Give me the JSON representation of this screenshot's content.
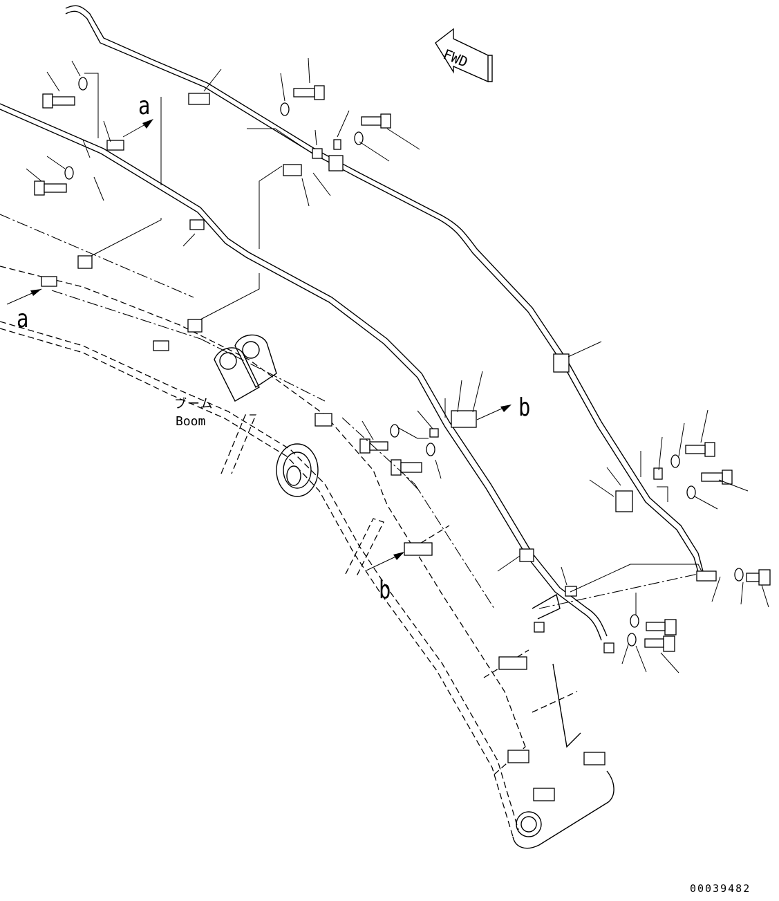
{
  "labels": {
    "callout_a": "a",
    "callout_b": "b",
    "boom_jp": "ブーム",
    "boom_en": "Boom",
    "fwd": "FWD",
    "doc_number": "00039482"
  },
  "icons": {
    "fwd_arrow": "arrow-left-icon"
  }
}
